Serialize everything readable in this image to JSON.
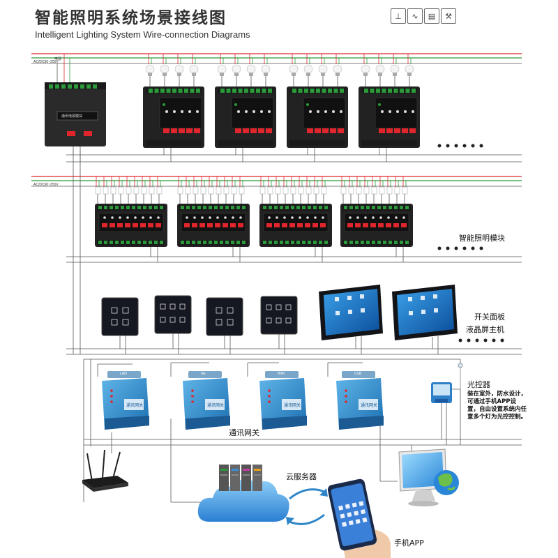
{
  "header": {
    "title_cn": "智能照明系统场景接线图",
    "title_en": "Intelligent Lighting System Wire-connection Diagrams",
    "icons": [
      "antenna-icon",
      "waveform-icon",
      "module-icon",
      "tools-icon"
    ]
  },
  "power_labels": {
    "row1": "AC/DC90~250V",
    "row2": "AC/DC90~250V",
    "row1_caption": "电源"
  },
  "power_module": {
    "caption": "通讯电源模块"
  },
  "labels": {
    "lighting_module": "智能照明模块",
    "switch_panel": "开关面板",
    "lcd_host": "液晶屏主机",
    "communication_gateway": "通讯网关",
    "light_sensor": "光控器",
    "light_sensor_note": "装在室外，防水设计，可通过手机APP设置，自由设置系统内任意多个灯为光控控制。",
    "cloud_server": "云服务器",
    "mobile_app": "手机APP"
  },
  "gateways": [
    {
      "port": "LAN",
      "name": "通讯网关"
    },
    {
      "port": "4G",
      "name": "通讯网关"
    },
    {
      "port": "WIFI",
      "name": "通讯网关"
    },
    {
      "port": "USB",
      "name": "通讯网关"
    }
  ],
  "colors": {
    "live_wire": "#d9262c",
    "neutral_wire": "#2a9a3a",
    "signal_wire": "#555555",
    "gateway_blue": "#2e86c9",
    "relay_red": "#e0262c",
    "cloud_blue": "#3b8fd8"
  }
}
